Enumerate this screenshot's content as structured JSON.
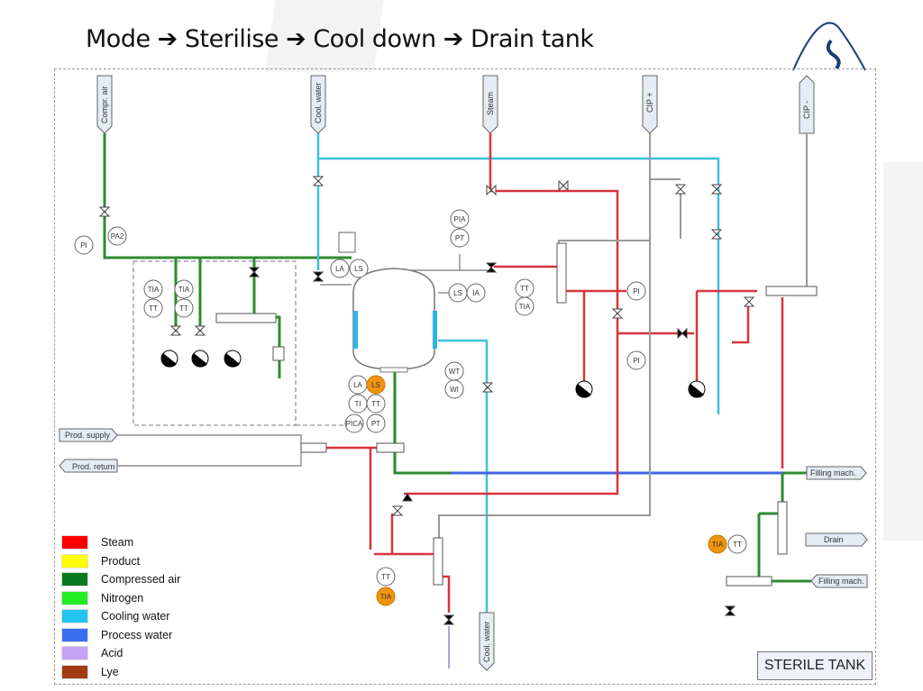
{
  "title": {
    "steps": [
      "Mode",
      "Sterilise",
      "Cool down",
      "Drain tank"
    ],
    "arrow": "➔"
  },
  "connections": {
    "top": [
      "Compr. air",
      "Cool. water",
      "Steam",
      "CIP +",
      "CIP -"
    ],
    "left": [
      "Prod. supply",
      "Prod. return"
    ],
    "right": [
      "Filling mach.",
      "Drain",
      "Filling mach."
    ],
    "bottom": [
      "Cool. water"
    ]
  },
  "instruments": {
    "air_section": [
      "PI",
      "PA2",
      "TIA",
      "TT",
      "TIA",
      "TT"
    ],
    "tank_top": [
      "LA",
      "LS",
      "PIA",
      "PT",
      "LS",
      "IA"
    ],
    "tank_bottom": [
      "LA",
      "LS",
      "TI",
      "TT",
      "PICA",
      "PT",
      "WT",
      "WI"
    ],
    "steam_section": [
      "TT",
      "TIA",
      "PI",
      "PI"
    ],
    "bottom_section": [
      "TT",
      "TIA"
    ],
    "drain_section": [
      "TIA",
      "TT"
    ]
  },
  "legend": [
    {
      "label": "Steam",
      "color": "#ff0000"
    },
    {
      "label": "Product",
      "color": "#ffff00"
    },
    {
      "label": "Compressed air",
      "color": "#0a7a1e"
    },
    {
      "label": "Nitrogen",
      "color": "#22ee22"
    },
    {
      "label": "Cooling water",
      "color": "#22c4f0"
    },
    {
      "label": "Process water",
      "color": "#3a6ef0"
    },
    {
      "label": "Acid",
      "color": "#c6a2f4"
    },
    {
      "label": "Lye",
      "color": "#a33b12"
    }
  ],
  "colors": {
    "steam_line": "#d9343f",
    "air_line": "#2e8b2e",
    "cool_line": "#3fc0dc",
    "process_line": "#4466e6",
    "cip_line": "#999999",
    "alarm_fill": "#f0940f"
  },
  "diagram_label": "STERILE TANK"
}
